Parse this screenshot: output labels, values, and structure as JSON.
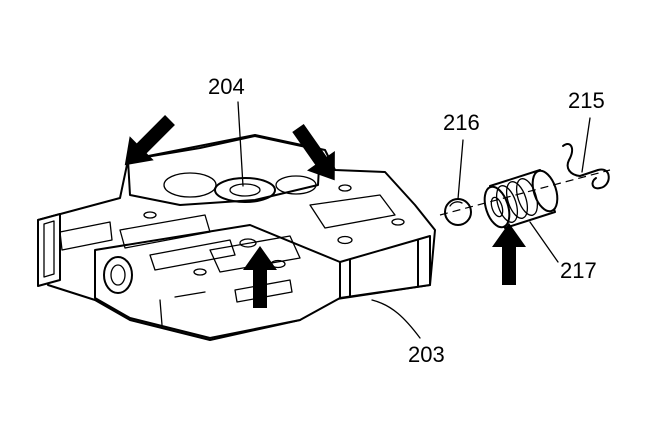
{
  "callouts": [
    {
      "id": "204",
      "label": "204"
    },
    {
      "id": "216",
      "label": "216"
    },
    {
      "id": "215",
      "label": "215"
    },
    {
      "id": "217",
      "label": "217"
    },
    {
      "id": "203",
      "label": "203"
    }
  ]
}
